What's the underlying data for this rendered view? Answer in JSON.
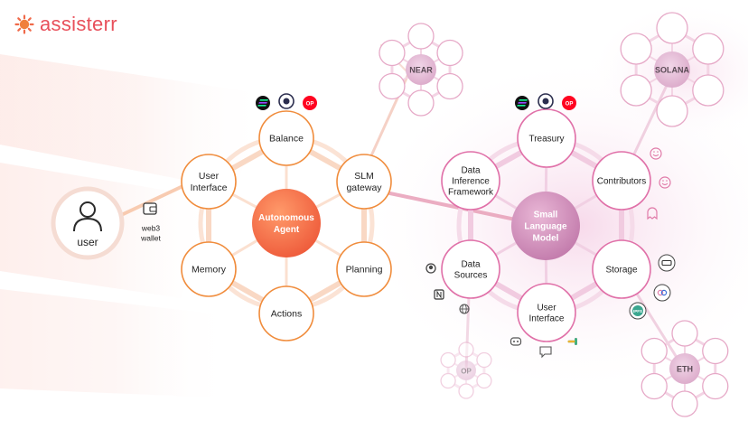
{
  "brand": {
    "name": "assisterr",
    "color": "#e8505b"
  },
  "colors": {
    "orange": "#f08c3c",
    "pink": "#e070a8",
    "center_orange": "#f06445",
    "center_pink": "#c879ae"
  },
  "user": {
    "label": "user",
    "wallet_label_1": "web3",
    "wallet_label_2": "wallet"
  },
  "agent": {
    "center": [
      "Autonomous",
      "Agent"
    ],
    "nodes": [
      {
        "id": "balance",
        "lines": [
          "Balance"
        ]
      },
      {
        "id": "slm-gateway",
        "lines": [
          "SLM",
          "gateway"
        ]
      },
      {
        "id": "planning",
        "lines": [
          "Planning"
        ]
      },
      {
        "id": "actions",
        "lines": [
          "Actions"
        ]
      },
      {
        "id": "memory",
        "lines": [
          "Memory"
        ]
      },
      {
        "id": "user-interface",
        "lines": [
          "User",
          "Interface"
        ]
      }
    ],
    "badges": [
      "solana-icon",
      "chain-icon",
      "op-icon"
    ]
  },
  "slm": {
    "center": [
      "Small",
      "Language",
      "Model"
    ],
    "nodes": [
      {
        "id": "treasury",
        "lines": [
          "Treasury"
        ]
      },
      {
        "id": "contributors",
        "lines": [
          "Contributors"
        ]
      },
      {
        "id": "storage",
        "lines": [
          "Storage"
        ]
      },
      {
        "id": "user-interface",
        "lines": [
          "User",
          "Interface"
        ]
      },
      {
        "id": "data-sources",
        "lines": [
          "Data",
          "Sources"
        ]
      },
      {
        "id": "data-inference-framework",
        "lines": [
          "Data",
          "Inference",
          "Framework"
        ]
      }
    ],
    "badges": [
      "solana-icon",
      "chain-icon",
      "op-icon"
    ]
  },
  "networks": [
    {
      "id": "near",
      "label": "NEAR"
    },
    {
      "id": "solana",
      "label": "SOLANA"
    },
    {
      "id": "eth",
      "label": "ETH"
    },
    {
      "id": "op",
      "label": "OP"
    }
  ],
  "op_badge_text": "OP",
  "ipfs_text": "IPFS",
  "side_icons": [
    "github-icon",
    "notion-icon",
    "globe-icon",
    "discord-icon",
    "chat-icon",
    "slack-icon",
    "smile-icon",
    "smile-icon",
    "ghost-icon",
    "storage-drive-icon",
    "arweave-icon",
    "ipfs-icon"
  ]
}
